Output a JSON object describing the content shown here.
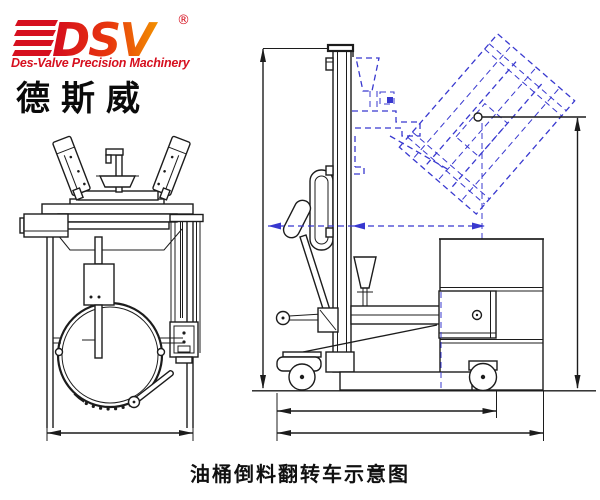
{
  "logo": {
    "brand": "DSV",
    "registered_mark": "®",
    "tagline": "Des-Valve Precision Machinery",
    "company_cn": "德斯威"
  },
  "caption": "油桶倒料翻转车示意图",
  "colors": {
    "line": "#1c1c1c",
    "phantom": "#3838cf",
    "brand-red": "#d6101f",
    "brand-orange": "#f18a00",
    "background": "#ffffff"
  }
}
